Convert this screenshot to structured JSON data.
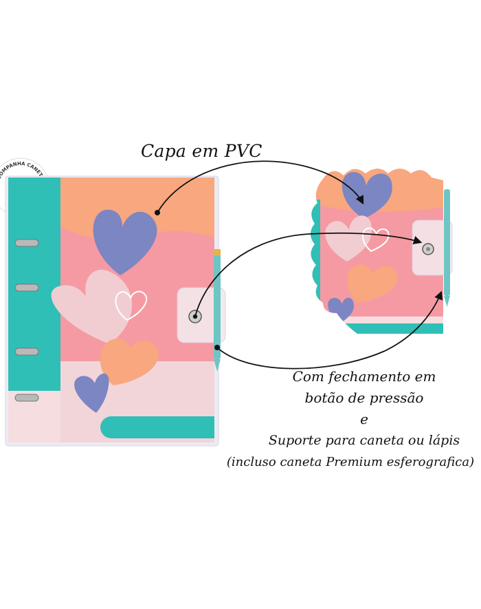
{
  "labels": {
    "cover_material": "Capa em PVC",
    "closure_line1": "Com fechamento em",
    "closure_line2": "botão de pressão",
    "closure_line3": "e",
    "holder_line1": "Suporte para caneta ou lápis",
    "holder_line2": "(incluso caneta Premium esferografica)"
  },
  "badge": {
    "text": "ACOMPANHA CANETA"
  },
  "colors": {
    "teal": "#2fbfb6",
    "pink": "#f59aa3",
    "peach": "#f8a77e",
    "periwinkle": "#7b86c2",
    "blush": "#f1cdd2",
    "light_pink": "#f6dee0",
    "ring_metal": "#b9b9b9"
  }
}
